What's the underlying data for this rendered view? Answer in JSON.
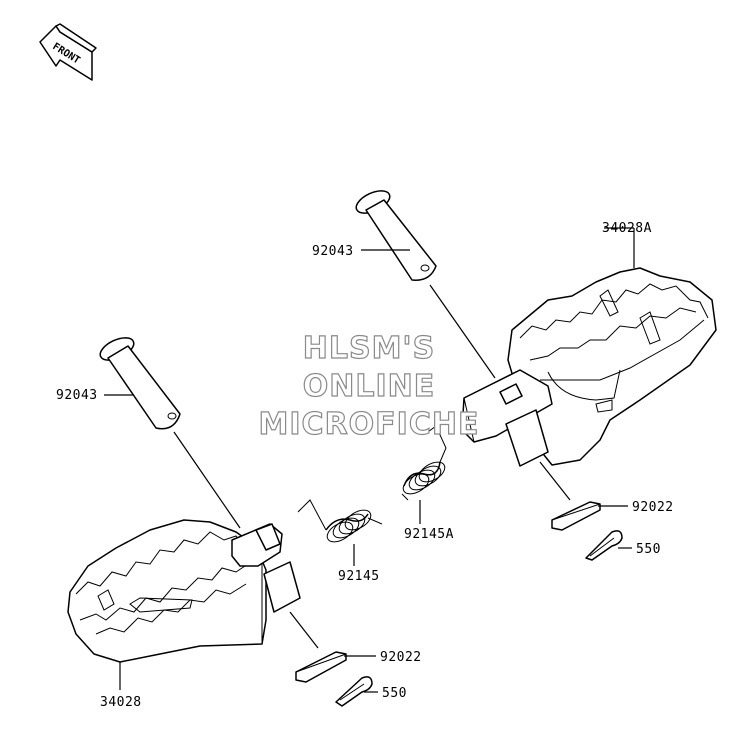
{
  "front_arrow": {
    "label": "FRONT"
  },
  "watermark": {
    "line1": "HLSM'S",
    "line2": "ONLINE",
    "line3": "MICROFICHE"
  },
  "labels": {
    "pin_right": "92043",
    "pin_left": "92043",
    "peg_right": "34028A",
    "peg_left": "34028",
    "spring_right": "92145A",
    "spring_left": "92145",
    "washer_right": "92022",
    "washer_left": "92022",
    "cotter_right": "550",
    "cotter_left": "550"
  },
  "colors": {
    "line": "#000000",
    "watermark_outline": "#8a8a8a",
    "background": "#ffffff"
  }
}
